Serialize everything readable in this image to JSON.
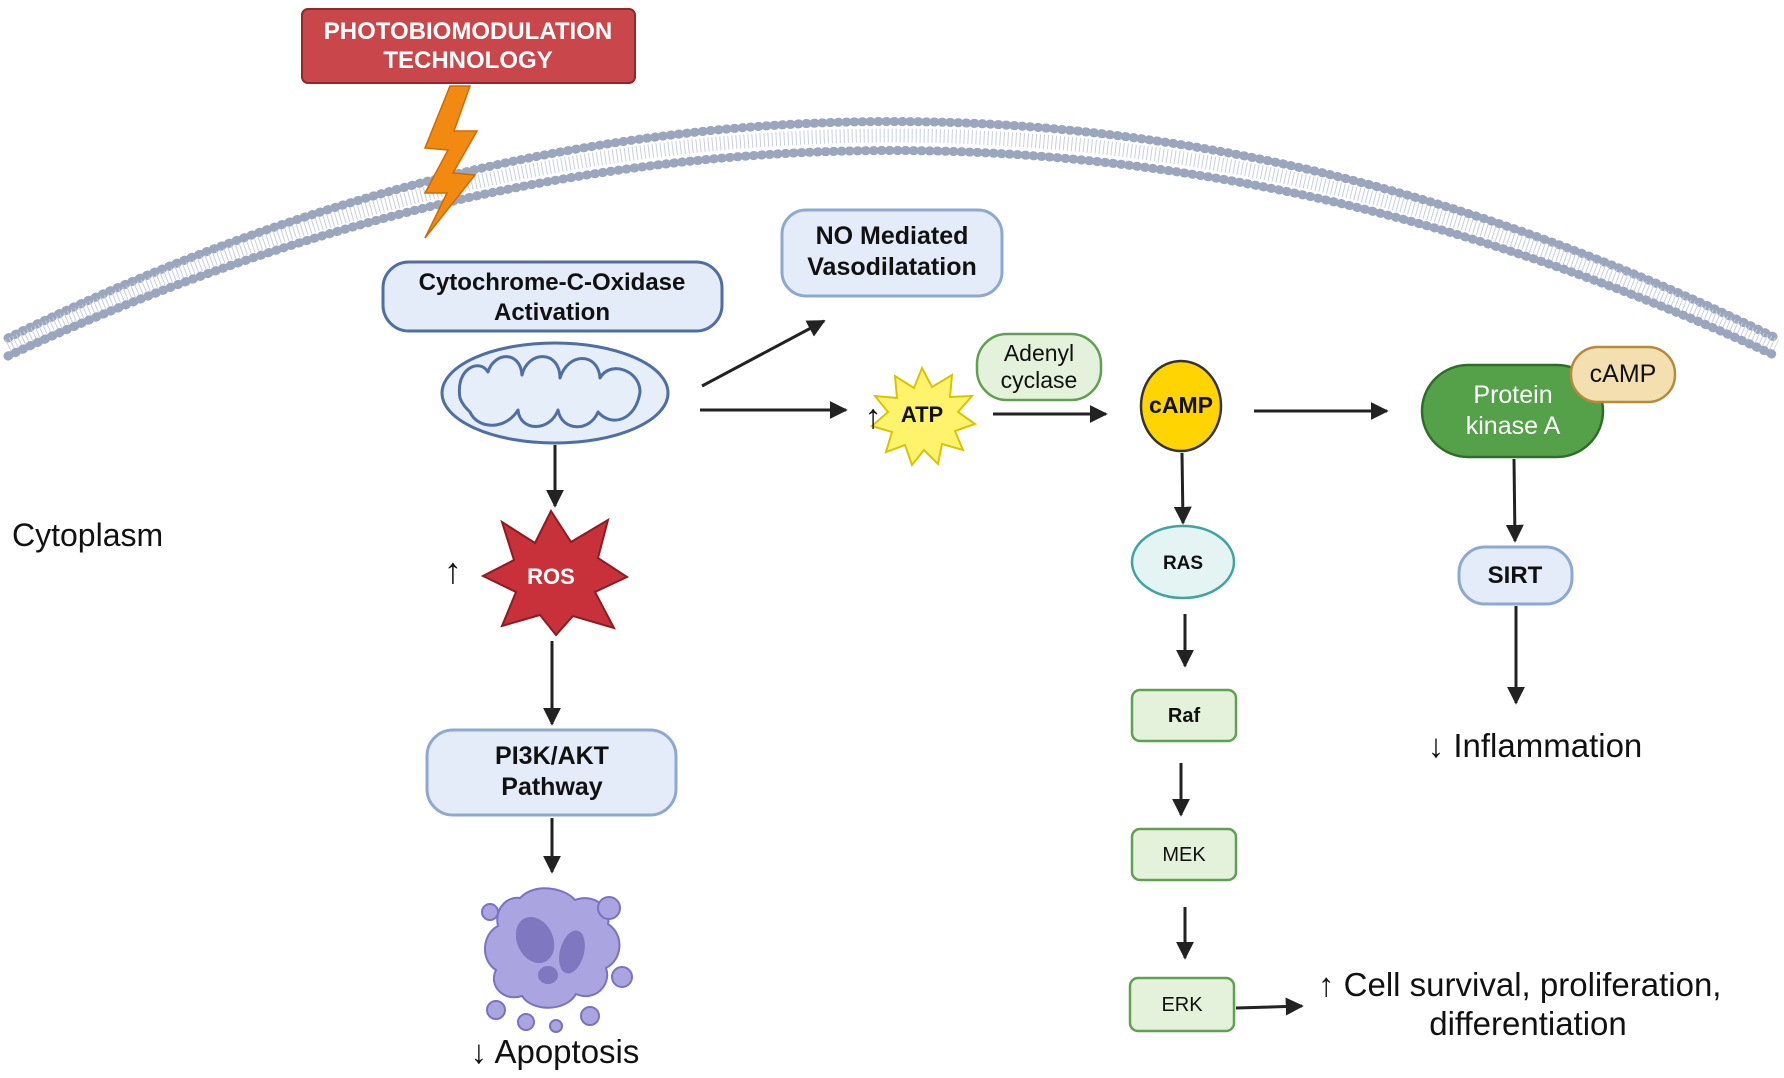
{
  "top_label": {
    "line1": "PHOTOBIOMODULATION",
    "line2": "TECHNOLOGY"
  },
  "region_label": "Cytoplasm",
  "nodes": {
    "cox": {
      "line1": "Cytochrome-C-Oxidase",
      "line2": "Activation"
    },
    "no": {
      "line1": "NO Mediated",
      "line2": "Vasodilatation"
    },
    "atp": {
      "arrow": "↑",
      "label": "ATP"
    },
    "adenyl": {
      "line1": "Adenyl",
      "line2": "cyclase"
    },
    "camp": "cAMP",
    "pka": {
      "line1": "Protein",
      "line2": "kinase A"
    },
    "pka_camp": "cAMP",
    "ros": {
      "arrow": "↑",
      "label": "ROS"
    },
    "pi3k": {
      "line1": "PI3K/AKT",
      "line2": "Pathway"
    },
    "ras": "RAS",
    "raf": "Raf",
    "mek": "MEK",
    "erk": "ERK",
    "sirt": "SIRT"
  },
  "outcomes": {
    "apoptosis": "↓ Apoptosis",
    "inflammation": "↓ Inflammation",
    "survival_line1": "↑ Cell survival, proliferation,",
    "survival_line2": "differentiation"
  },
  "colors": {
    "membrane": "#9aa6bd",
    "red_box": "#c9464a",
    "bolt": "#f28a12",
    "light_blue_fill": "#e3ecf8",
    "light_blue_stroke": "#8fa8d0",
    "green_fill": "#e4f2dc",
    "green_stroke": "#5fa052",
    "pka_green": "#55a14a",
    "camp_yellow": "#ffd400",
    "atp_yellow": "#fff36b",
    "ros_red": "#c8313a",
    "ras_fill": "#e4f4f2",
    "ras_stroke": "#3fa5a0",
    "tan": "#f3dfb0",
    "apoptotic_cell": "#aaa4e0"
  }
}
